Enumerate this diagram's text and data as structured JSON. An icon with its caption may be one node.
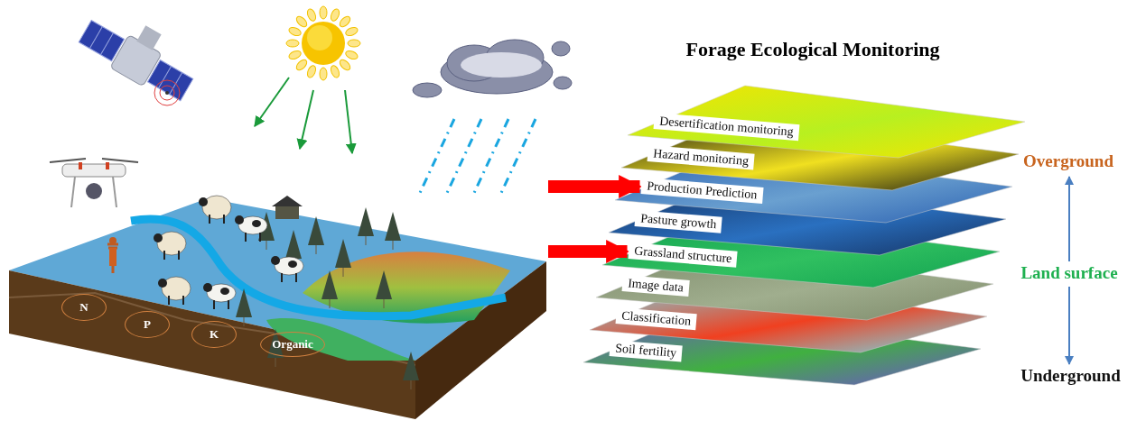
{
  "diagram": {
    "title": "Forage Ecological Monitoring",
    "nodes": [
      {
        "text": [],
        "shape": "picture"
      },
      {
        "text": [
          "N"
        ],
        "in": 0
      },
      {
        "text": [
          "P"
        ],
        "in": 0
      },
      {
        "text": [
          "K"
        ],
        "in": 0
      },
      {
        "text": [
          "Organic"
        ],
        "in": 0
      },
      {
        "text": [
          "Desertification monitoring"
        ]
      },
      {
        "text": [
          "Hazard monitoring"
        ]
      },
      {
        "text": [
          "Production Prediction"
        ]
      },
      {
        "text": [
          "Pasture growth"
        ]
      },
      {
        "text": [
          "Grassland structure"
        ]
      },
      {
        "text": [
          "Image data"
        ]
      },
      {
        "text": [
          "Classification"
        ]
      },
      {
        "text": [
          "Soil fertility"
        ]
      },
      {
        "text": [
          "Overground"
        ]
      },
      {
        "text": [
          "Land surface"
        ]
      },
      {
        "text": [
          "Underground"
        ]
      }
    ],
    "edges": [
      {
        "from": 0,
        "to": 7,
        "arrow": "to",
        "style": "thick",
        "color": "#ff0000"
      },
      {
        "from": 0,
        "to": 9,
        "arrow": "to",
        "style": "thick",
        "color": "#ff0000"
      },
      {
        "from": 14,
        "to": 13,
        "arrow": "to",
        "color": "#4a7fc1"
      },
      {
        "from": 14,
        "to": 15,
        "arrow": "to",
        "color": "#4a7fc1"
      }
    ]
  }
}
